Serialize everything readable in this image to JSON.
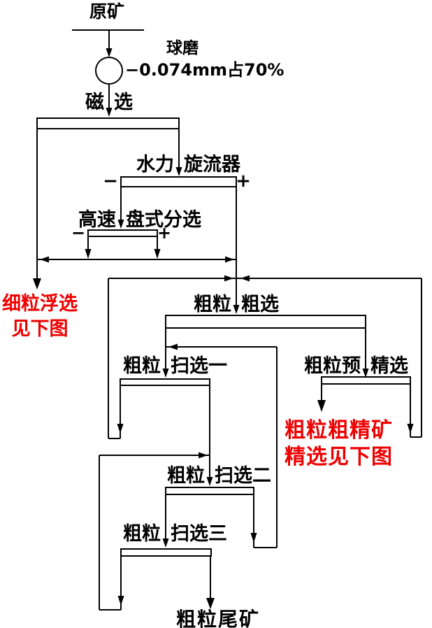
{
  "colors": {
    "ink": "#000000",
    "note_red": "#ee0000",
    "background": "#ffffff"
  },
  "flowchart": {
    "raw_ore": "原矿",
    "ball_mill": "球磨",
    "grind_fineness": "−0.074mm占70%",
    "magnetic_sep": {
      "left": "磁",
      "right": "选"
    },
    "hydrocyclone": {
      "left": "水力",
      "right": "旋流器"
    },
    "cyclone_minus_sign": "−",
    "cyclone_plus_sign": "+",
    "disc_separator": {
      "left": "高速",
      "right": "盘式分选"
    },
    "disc_minus_sign": "−",
    "disc_plus_sign": "+",
    "fine_flotation_note": {
      "line1": "细粒浮选",
      "line2": "见下图"
    },
    "coarse_rougher": {
      "left": "粗粒",
      "right": "粗选"
    },
    "coarse_scavenger1": {
      "left": "粗粒",
      "right": "扫选一"
    },
    "coarse_precleaner": {
      "left": "粗粒预",
      "right": "精选"
    },
    "coarse_concentrate_note": {
      "line1": "粗粒粗精矿",
      "line2": "精选见下图"
    },
    "coarse_scavenger2": {
      "left": "粗粒",
      "right": "扫选二"
    },
    "coarse_scavenger3": {
      "left": "粗粒",
      "right": "扫选三"
    },
    "coarse_tailings": "粗粒尾矿"
  }
}
